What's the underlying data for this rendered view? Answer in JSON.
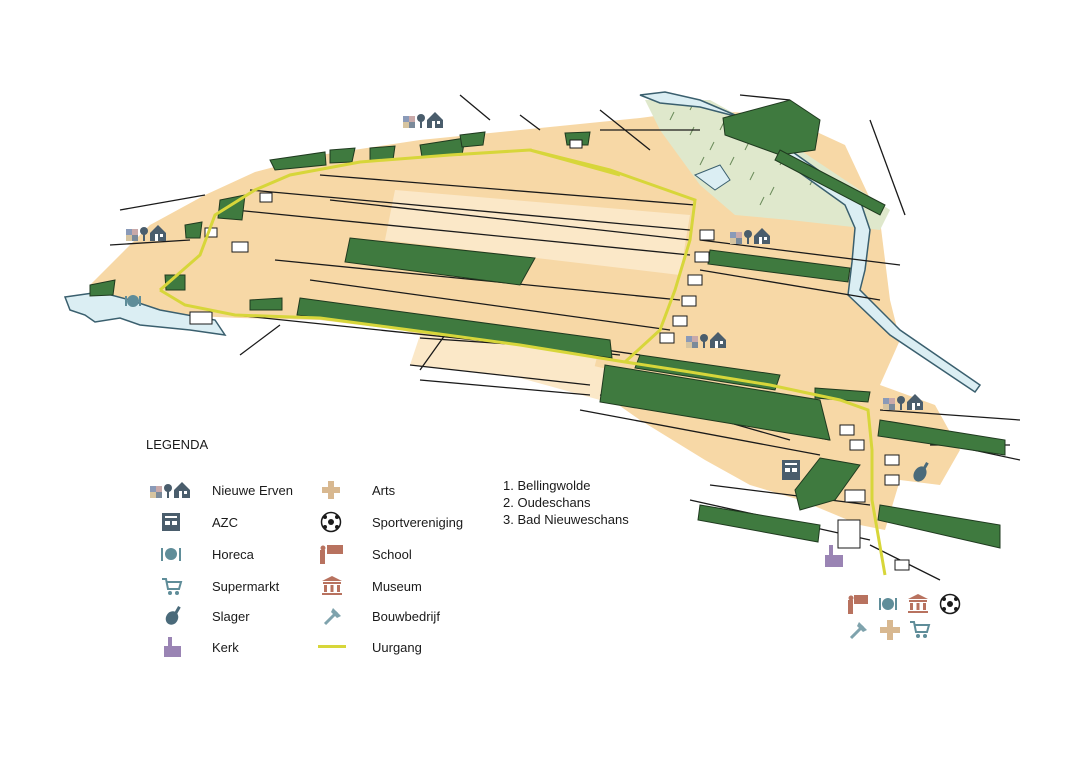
{
  "legend": {
    "title": "LEGENDA",
    "col1": [
      {
        "label": "Nieuwe Erven",
        "icon": "nieuwe-erven-icon"
      },
      {
        "label": "AZC",
        "icon": "azc-icon"
      },
      {
        "label": "Horeca",
        "icon": "horeca-icon"
      },
      {
        "label": "Supermarkt",
        "icon": "supermarkt-icon"
      },
      {
        "label": "Slager",
        "icon": "slager-icon"
      },
      {
        "label": "Kerk",
        "icon": "kerk-icon"
      }
    ],
    "col2": [
      {
        "label": "Arts",
        "icon": "arts-icon"
      },
      {
        "label": "Sportvereniging",
        "icon": "sportvereniging-icon"
      },
      {
        "label": "School",
        "icon": "school-icon"
      },
      {
        "label": "Museum",
        "icon": "museum-icon"
      },
      {
        "label": "Bouwbedrijf",
        "icon": "bouwbedrijf-icon"
      },
      {
        "label": "Uurgang",
        "icon": "uurgang-line-icon"
      }
    ],
    "numbered": [
      "1. Bellingwolde",
      "2. Oudeschans",
      "3. Bad Nieuweschans"
    ]
  },
  "colors": {
    "land": "#f7d8a6",
    "land_light": "#fbe8c8",
    "tree": "#3f7a3f",
    "water": "#dbeef3",
    "water_edge": "#3a5f6e",
    "route": "#d7d63a",
    "marsh": "#d9e5c8",
    "icon_blue": "#5f8d99",
    "icon_red": "#b8725f",
    "icon_purple": "#9a84b4",
    "icon_tan": "#d8b890"
  }
}
